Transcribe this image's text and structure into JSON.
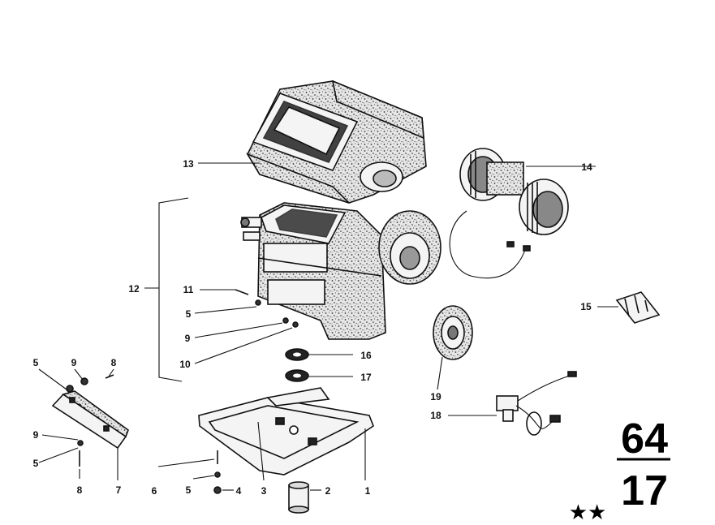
{
  "diagram": {
    "group_number": "64",
    "subgroup_number": "17",
    "stars": "★★",
    "callouts": [
      {
        "id": "c1",
        "label": "1"
      },
      {
        "id": "c2",
        "label": "2"
      },
      {
        "id": "c3",
        "label": "3"
      },
      {
        "id": "c4",
        "label": "4"
      },
      {
        "id": "c5a",
        "label": "5"
      },
      {
        "id": "c5b",
        "label": "5"
      },
      {
        "id": "c5c",
        "label": "5"
      },
      {
        "id": "c5d",
        "label": "5"
      },
      {
        "id": "c6",
        "label": "6"
      },
      {
        "id": "c7",
        "label": "7"
      },
      {
        "id": "c8a",
        "label": "8"
      },
      {
        "id": "c8b",
        "label": "8"
      },
      {
        "id": "c9a",
        "label": "9"
      },
      {
        "id": "c9b",
        "label": "9"
      },
      {
        "id": "c9c",
        "label": "9"
      },
      {
        "id": "c10",
        "label": "10"
      },
      {
        "id": "c11",
        "label": "11"
      },
      {
        "id": "c12",
        "label": "12"
      },
      {
        "id": "c13",
        "label": "13"
      },
      {
        "id": "c14",
        "label": "14"
      },
      {
        "id": "c15",
        "label": "15"
      },
      {
        "id": "c16",
        "label": "16"
      },
      {
        "id": "c17",
        "label": "17"
      },
      {
        "id": "c18",
        "label": "18"
      },
      {
        "id": "c19",
        "label": "19"
      }
    ]
  }
}
